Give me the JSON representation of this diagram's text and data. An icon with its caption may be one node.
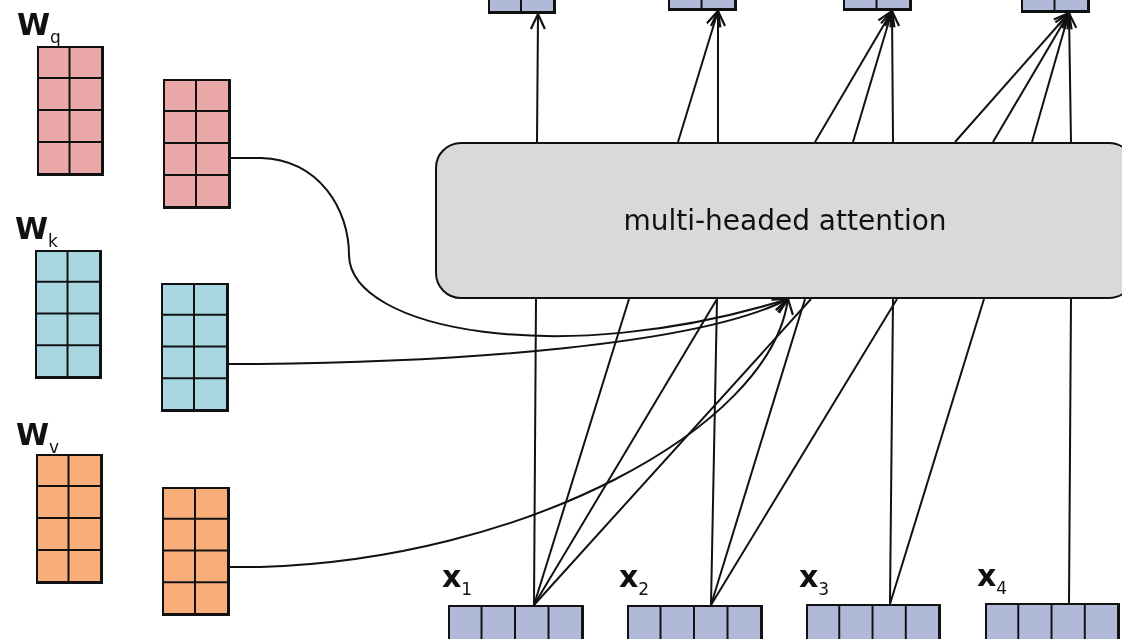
{
  "diagram": {
    "nodes": [
      {
        "text": [
          "**W**$_{q}$"
        ]
      },
      {
        "text": [],
        "shape": "box"
      },
      {
        "text": [
          "**W**$_{k}$"
        ]
      },
      {
        "text": [],
        "shape": "box"
      },
      {
        "text": [
          "**W**$_{v}$"
        ]
      },
      {
        "text": [],
        "shape": "box"
      },
      {
        "text": [
          "multi-headed attention"
        ]
      },
      {
        "text": [
          "**x**$_{1}$"
        ]
      },
      {
        "text": [
          "**x**$_{2}$"
        ]
      },
      {
        "text": [
          "**x**$_{3}$"
        ]
      },
      {
        "text": [
          "**x**$_{4}$"
        ]
      },
      {
        "text": [],
        "shape": "bar"
      },
      {
        "text": [],
        "shape": "bar"
      },
      {
        "text": [],
        "shape": "bar"
      },
      {
        "text": [],
        "shape": "bar"
      }
    ],
    "edges": [
      {
        "from": 1,
        "to": 6,
        "arrow": "to"
      },
      {
        "from": 3,
        "to": 6,
        "arrow": "to"
      },
      {
        "from": 5,
        "to": 6,
        "arrow": "to"
      },
      {
        "from": 7,
        "to": 6,
        "arrow": "none"
      },
      {
        "from": 7,
        "to": 6,
        "arrow": "none"
      },
      {
        "from": 7,
        "to": 6,
        "arrow": "none"
      },
      {
        "from": 7,
        "to": 6,
        "arrow": "none"
      },
      {
        "from": 8,
        "to": 6,
        "arrow": "none"
      },
      {
        "from": 8,
        "to": 6,
        "arrow": "none"
      },
      {
        "from": 8,
        "to": 6,
        "arrow": "none"
      },
      {
        "from": 9,
        "to": 6,
        "arrow": "none"
      },
      {
        "from": 9,
        "to": 6,
        "arrow": "none"
      },
      {
        "from": 10,
        "to": 6,
        "arrow": "none"
      },
      {
        "from": 6,
        "to": 11,
        "arrow": "to"
      },
      {
        "from": 6,
        "to": 12,
        "arrow": "to"
      },
      {
        "from": 6,
        "to": 12,
        "arrow": "to"
      },
      {
        "from": 6,
        "to": 13,
        "arrow": "to"
      },
      {
        "from": 6,
        "to": 13,
        "arrow": "to"
      },
      {
        "from": 6,
        "to": 13,
        "arrow": "to"
      },
      {
        "from": 6,
        "to": 14,
        "arrow": "to"
      },
      {
        "from": 6,
        "to": 14,
        "arrow": "to"
      },
      {
        "from": 6,
        "to": 14,
        "arrow": "to"
      },
      {
        "from": 6,
        "to": 14,
        "arrow": "to"
      }
    ]
  }
}
